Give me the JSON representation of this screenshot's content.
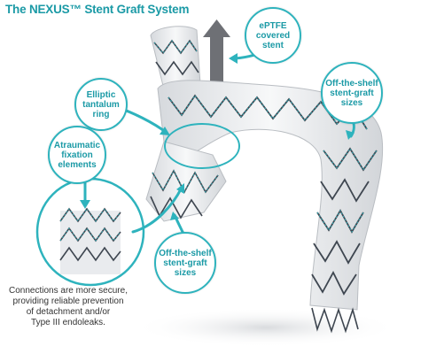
{
  "title": "The NEXUS™ Stent Graft System",
  "labels": {
    "eptfe": "ePTFE\ncovered\nstent",
    "elliptic": "Elliptic\ntantalum\nring",
    "offshelf_right": "Off-the-shelf\nstent-graft\nsizes",
    "atraumatic": "Atraumatic\nfixation\nelements",
    "offshelf_bottom": "Off-the-shelf\nstent-graft\nsizes"
  },
  "caption": "Connections are more secure,\nproviding reliable prevention\nof detachment and/or\nType III endoleaks.",
  "colors": {
    "accent": "#2eb3bd",
    "title": "#1b9aa6",
    "arrow": "#6e7075",
    "fabric": "#eef0f2",
    "stent": "#3e4650"
  }
}
